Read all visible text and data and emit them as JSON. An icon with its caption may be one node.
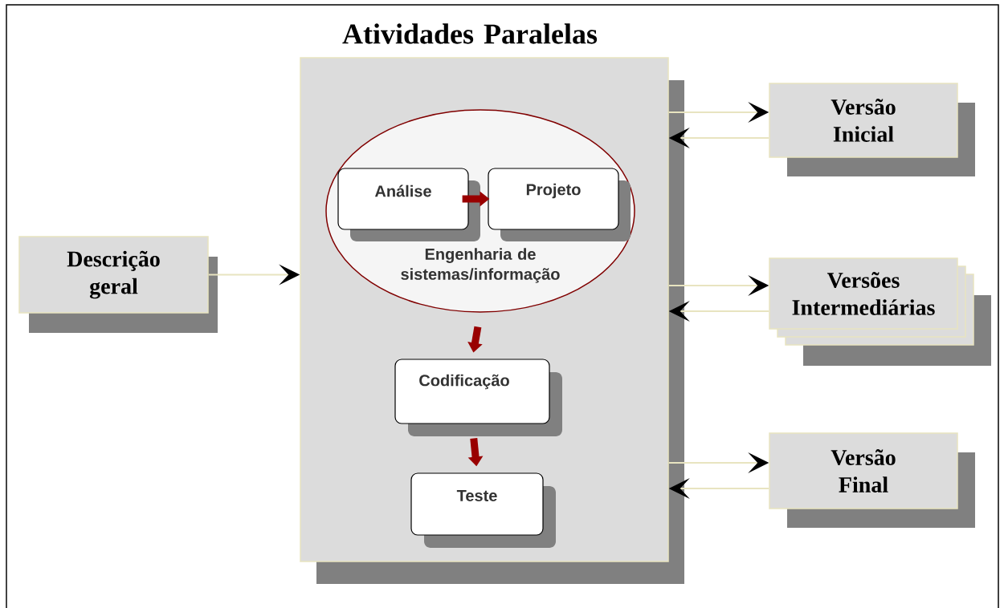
{
  "diagram": {
    "nodes": [
      {
        "text": [
          "Atividades Paralelas"
        ]
      },
      {
        "text": [
          "Engenharia de sistemas/informação"
        ],
        "in": 0
      },
      {
        "text": [
          "Análise"
        ],
        "in": 1
      },
      {
        "text": [
          "Projeto"
        ],
        "in": 1
      },
      {
        "text": [
          "Codificação"
        ],
        "in": 0
      },
      {
        "text": [
          "Teste"
        ],
        "in": 0
      },
      {
        "text": [
          "Descrição geral"
        ]
      },
      {
        "text": [
          "Versão Inicial"
        ]
      },
      {
        "text": [
          "Versões Intermediárias"
        ]
      },
      {
        "text": [
          "Versão Final"
        ]
      }
    ],
    "edges": [
      {
        "from": 2,
        "to": 3,
        "arrow": "to",
        "style": "thick",
        "color": "#990000"
      },
      {
        "from": 1,
        "to": 4,
        "arrow": "to",
        "style": "thick",
        "color": "#990000"
      },
      {
        "from": 4,
        "to": 5,
        "arrow": "to",
        "style": "thick",
        "color": "#990000"
      },
      {
        "from": 6,
        "to": 0,
        "arrow": "to"
      },
      {
        "from": 0,
        "to": 7,
        "arrow": "to"
      },
      {
        "from": 7,
        "to": 0,
        "arrow": "to"
      },
      {
        "from": 0,
        "to": 8,
        "arrow": "to"
      },
      {
        "from": 8,
        "to": 0,
        "arrow": "to"
      },
      {
        "from": 0,
        "to": 9,
        "arrow": "to"
      },
      {
        "from": 9,
        "to": 0,
        "arrow": "to"
      }
    ]
  }
}
